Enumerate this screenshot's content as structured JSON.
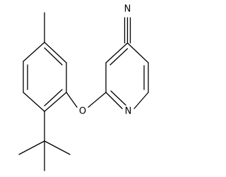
{
  "molecule": {
    "atoms": {
      "nitrile_n": "N",
      "ether_o": "O",
      "ring_n": "N"
    }
  },
  "colors": {
    "bond": "#000000",
    "background": "#ffffff"
  }
}
